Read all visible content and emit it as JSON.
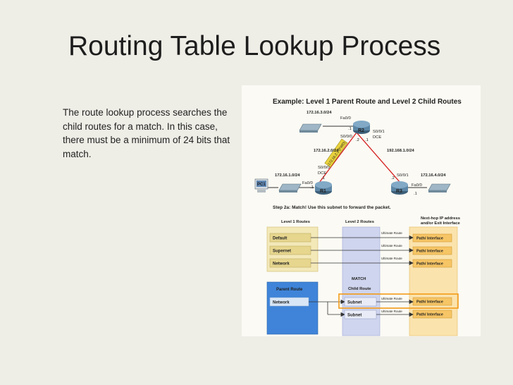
{
  "slide": {
    "title": "Routing Table Lookup Process",
    "body": "The route lookup process searches the child routes for a match. In this case, there must be a minimum of 24 bits that match."
  },
  "figure": {
    "heading": "Example: Level 1 Parent Route and Level 2 Child Routes",
    "topology": {
      "net_r2_lan": "172.16.3.0/24",
      "net_r1_r2": "172.16.2.0/24",
      "net_r2_r3": "192.168.1.0/24",
      "net_r1_lan": "172.16.1.0/24",
      "net_r3_lan": "172.16.4.0/24",
      "r1": "R1",
      "r2": "R2",
      "r3": "R3",
      "pc": "PC1",
      "r2_fa": "Fa0/0",
      "r2_fa_host": ".1",
      "r2_s000": "S0/0/0",
      "r2_s000_host": ".2",
      "r2_s001": "S0/0/1",
      "r2_dce": "DCE",
      "r2_s001_host": ".1",
      "r1_s000": "S0/0/0",
      "r1_dce": "DCE",
      "r1_s000_host": ".1",
      "r1_fa": "Fa0/0",
      "r1_fa_host": ".1",
      "r3_s001": "S0/0/1",
      "r3_s001_host": ".2",
      "r3_fa": "Fa0/0",
      "r3_fa_host": ".1",
      "packet_label": "172.16.2.1 (FWD)"
    },
    "step": "Step 2a: Match! Use this subnet to forward the packet.",
    "table": {
      "col_level1": "Level 1 Routes",
      "col_level2": "Level 2 Routes",
      "col_nexthop": "Next-hop IP address and/or Exit Interface",
      "level1": [
        "Default",
        "Supernet",
        "Network"
      ],
      "ultimate_label": "Ultimate Route",
      "parent_label": "Parent Route",
      "parent_network": "Network",
      "match_label": "MATCH",
      "child_label": "Child Route",
      "subnets": [
        "Subnet",
        "Subnet"
      ],
      "path": "Path/ Interface"
    },
    "colors": {
      "level1_box": "#f3e8b8",
      "level2_col": "#cfd5ee",
      "nexthop_col": "#fbe3ad",
      "parent_box": "#3f84d9",
      "match_highlight": "#f39b18",
      "packet": "#e9d23d"
    }
  }
}
